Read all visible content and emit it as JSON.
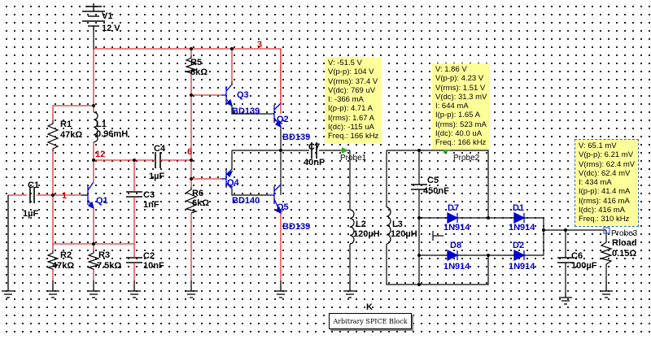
{
  "components": {
    "V1": {
      "ref": "V1",
      "value": "12 V"
    },
    "R1": {
      "ref": "R1",
      "value": "47kΩ"
    },
    "R2": {
      "ref": "R2",
      "value": "47kΩ"
    },
    "R3": {
      "ref": "R3",
      "value": "7.5kΩ"
    },
    "R5": {
      "ref": "R5",
      "value": "6kΩ"
    },
    "R6": {
      "ref": "R6",
      "value": "6kΩ"
    },
    "L1": {
      "ref": "L1",
      "value": "0.96mH"
    },
    "L2": {
      "ref": "L2",
      "value": "120µH"
    },
    "L3": {
      "ref": "L3",
      "value": "120µH"
    },
    "C1": {
      "ref": "C1",
      "value": "1µF"
    },
    "C2": {
      "ref": "C2",
      "value": "10nF"
    },
    "C3": {
      "ref": "C3",
      "value": "1nF"
    },
    "C4": {
      "ref": "C4",
      "value": "1µF"
    },
    "C5": {
      "ref": "C5",
      "value": "450nF"
    },
    "C6": {
      "ref": "C6",
      "value": "100µF"
    },
    "C7": {
      "ref": "C7",
      "value": "40nF"
    },
    "Q1": {
      "ref": "Q1"
    },
    "Q2": {
      "ref": "Q2",
      "model": "BD139"
    },
    "Q3": {
      "ref": "Q3",
      "model": "BD139"
    },
    "Q4": {
      "ref": "Q4",
      "model": "BD140"
    },
    "Q5": {
      "ref": "Q5",
      "model": "BD139"
    },
    "D1": {
      "ref": "D1",
      "model": "1N914"
    },
    "D2": {
      "ref": "D2",
      "model": "1N914"
    },
    "D7": {
      "ref": "D7",
      "model": "1N914"
    },
    "D8": {
      "ref": "D8",
      "model": "1N914"
    },
    "Rload": {
      "ref": "Rload",
      "value": "0.15Ω"
    }
  },
  "nets": {
    "n1": "1",
    "n3": "3",
    "n6": "6",
    "n12": "12"
  },
  "probes": [
    {
      "name": "Probe1",
      "readings": [
        "V: -51.5 V",
        "V(p-p): 104 V",
        "V(rms): 37.4 V",
        "V(dc): 769 uV",
        "I: -366 mA",
        "I(p-p): 4.71 A",
        "I(rms): 1.67 A",
        "I(dc): -115 uA",
        "Freq.: 166 kHz"
      ]
    },
    {
      "name": "Probe2",
      "readings": [
        "V: 1.86 V",
        "V(p-p): 4.23 V",
        "V(rms): 1.51 V",
        "V(dc): 31.3 mV",
        "I: 644 mA",
        "I(p-p): 1.65 A",
        "I(rms): 523 mA",
        "I(dc): 40.0 uA",
        "Freq.: 166 kHz"
      ]
    },
    {
      "name": "Probe3",
      "readings": [
        "V: 65.1 mV",
        "V(p-p): 6.21 mV",
        "V(rms): 62.4 mV",
        "V(dc): 62.4 mV",
        "I: 434 mA",
        "I(p-p): 41.4 mA",
        "I(rms): 416 mA",
        "I(dc): 416 mA",
        "Freq.: 310 kHz"
      ]
    }
  ],
  "spice_block": {
    "ref": "K",
    "label": "Arbitrary SPICE Block"
  }
}
